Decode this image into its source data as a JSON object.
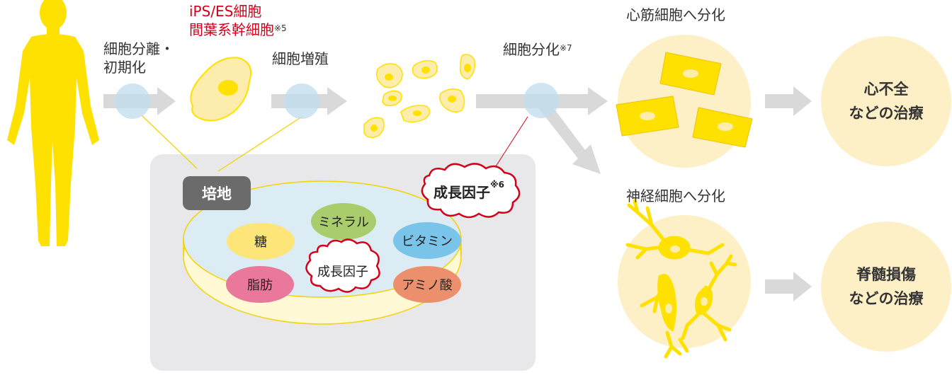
{
  "stem_cells": {
    "line1": "iPS/ES細胞",
    "line2": "間葉系幹細胞",
    "note": "※5"
  },
  "steps": {
    "isolation": {
      "line1": "細胞分離・",
      "line2": "初期化"
    },
    "proliferation": "細胞増殖",
    "differentiation": {
      "label": "細胞分化",
      "note": "※7"
    }
  },
  "culture": {
    "medium": "培地",
    "growth_factor": {
      "label": "成長因子",
      "note": "※6"
    },
    "components": [
      "糖",
      "ミネラル",
      "ビタミン",
      "脂肪",
      "成長因子",
      "アミノ酸"
    ]
  },
  "outcomes": {
    "cardiac": {
      "title": "心筋細胞へ分化",
      "treatment": [
        "心不全",
        "などの治療"
      ]
    },
    "neural": {
      "title": "神経細胞へ分化",
      "treatment": [
        "脊髄損傷",
        "などの治療"
      ]
    }
  },
  "colors": {
    "yellow": "#ffe100",
    "cream": "#fdf0c7",
    "cell_fill": "#fdedac",
    "arrow": "#d9d9d9",
    "dish_bg": "#e8e8ea",
    "dish_liquid": "#dcecf4",
    "red": "#d4001a",
    "sugar": "#fde57a",
    "mineral": "#a9cd6d",
    "vitamin": "#7bc4e9",
    "fat": "#e9789b",
    "amino": "#ec8f6d"
  }
}
